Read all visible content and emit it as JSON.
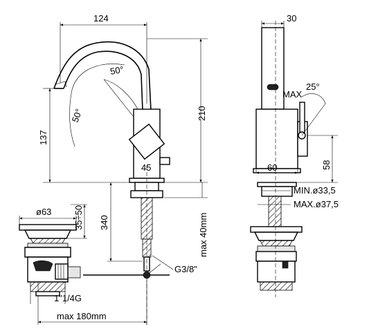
{
  "dimensions": {
    "spout_reach": "124",
    "spout_arc_angle": "50°",
    "lever_angle": "50°",
    "height_total": "210",
    "spout_height": "137",
    "body_width_front": "45",
    "body_width_side": "30",
    "lever_tilt": "25°",
    "lever_max": "MAX",
    "body_depth_side": "60",
    "lever_height": "58",
    "hole_min": "MIN.ø33,5",
    "hole_max": "MAX.ø37,5",
    "tail_length": "340",
    "deck_thickness": "max 40mm",
    "thread": "G3/8\"",
    "waste_diameter": "ø63",
    "waste_height": "35÷50",
    "waste_thread": "1\"1/4G",
    "rod_length": "max 180mm"
  },
  "icons": {
    "front_view": "faucet-front-view",
    "side_view": "faucet-side-view",
    "waste": "pop-up-waste"
  }
}
